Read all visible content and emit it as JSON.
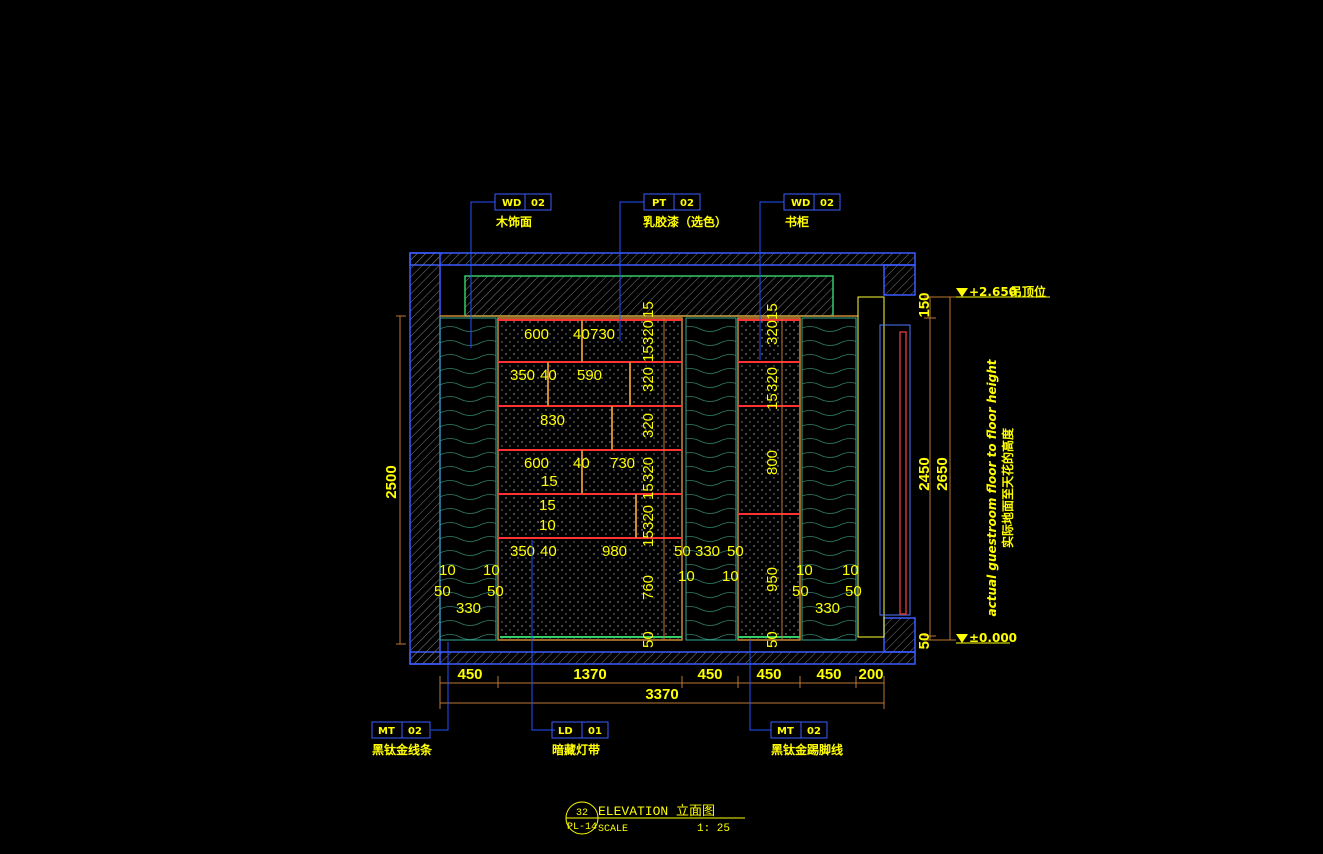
{
  "callouts_top": [
    {
      "code": "WD",
      "num": "02",
      "label": "木饰面"
    },
    {
      "code": "PT",
      "num": "02",
      "label": "乳胶漆（选色）"
    },
    {
      "code": "WD",
      "num": "02",
      "label": "书柜"
    }
  ],
  "callouts_bottom": [
    {
      "code": "MT",
      "num": "02",
      "label": "黑钛金线条"
    },
    {
      "code": "LD",
      "num": "01",
      "label": "暗藏灯带"
    },
    {
      "code": "MT",
      "num": "02",
      "label": "黑钛金踢脚线"
    }
  ],
  "levels": {
    "top": "+2.650",
    "top_note": "吊顶位",
    "bottom": "±0.000"
  },
  "side_note": {
    "line1": "actual guestroom floor to floor height",
    "line2": "实际地面至天花的高度"
  },
  "overall": {
    "left_height": "2500",
    "height_2450": "2450",
    "height_2650": "2650",
    "total_width": "3370"
  },
  "bottom_dims": [
    "450",
    "1370",
    "450",
    "450",
    "450",
    "200"
  ],
  "right_dims": [
    "150",
    "50"
  ],
  "shelf_dims": {
    "r1": [
      "600",
      "40",
      "730",
      "320"
    ],
    "r2": [
      "350",
      "40",
      "590",
      "320"
    ],
    "r3": [
      "830",
      "320"
    ],
    "r4": [
      "600",
      "40",
      "730",
      "320"
    ],
    "r5": [
      "15",
      "15",
      "10",
      "320"
    ],
    "r6": [
      "350",
      "40",
      "980",
      "50",
      "330",
      "50"
    ],
    "lower": [
      "760",
      "950",
      "800",
      "320",
      "320",
      "15",
      "15",
      "15",
      "15",
      "15",
      "15"
    ],
    "side": [
      "10",
      "10",
      "10",
      "10",
      "10",
      "10",
      "50",
      "50",
      "50",
      "50",
      "330",
      "330",
      "50",
      "50"
    ]
  },
  "title_block": {
    "circle_top": "32",
    "circle_bottom": "PL-14",
    "title": "ELEVATION  立面图",
    "scale_label": "SCALE",
    "scale_value": "1: 25"
  }
}
